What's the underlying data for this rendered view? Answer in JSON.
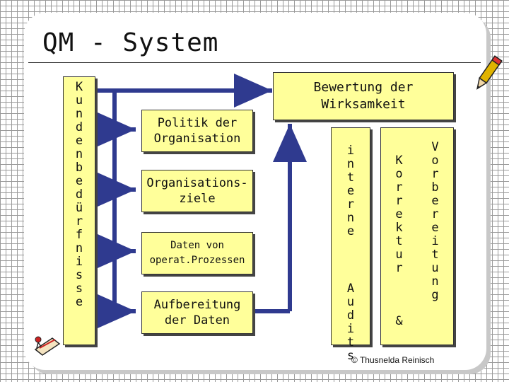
{
  "title": "QM - System",
  "customer_needs": {
    "letters": [
      "K",
      "u",
      "n",
      "d",
      "e",
      "n",
      "b",
      "e",
      "d",
      "ü",
      "r",
      "f",
      "n",
      "i",
      "s",
      "s",
      "e"
    ]
  },
  "process_boxes": [
    {
      "label": "Politik der\nOrganisation"
    },
    {
      "label": "Organisations-\nziele"
    },
    {
      "label": "Daten von\noperat.Prozessen"
    },
    {
      "label": "Aufbereitung\nder Daten"
    }
  ],
  "evaluation": {
    "label": "Bewertung der\nWirksamkeit"
  },
  "internal_audits": {
    "word1": [
      "i",
      "n",
      "t",
      "e",
      "r",
      "n",
      "e"
    ],
    "word2": [
      "A",
      "u",
      "d",
      "i",
      "t",
      "s"
    ]
  },
  "corrective": {
    "word1": [
      "K",
      "o",
      "r",
      "r",
      "e",
      "k",
      "t",
      "u",
      "r"
    ],
    "amp": "&",
    "word2": [
      "V",
      "o",
      "r",
      "b",
      "e",
      "r",
      "e",
      "i",
      "t",
      "u",
      "n",
      "g"
    ]
  },
  "footer": "© Thusnelda Reinisch",
  "colors": {
    "box_fill": "#ffff9a",
    "arrow": "#2f3a8f"
  },
  "icons": [
    "pencil-icon",
    "paper-doodle-icon"
  ]
}
